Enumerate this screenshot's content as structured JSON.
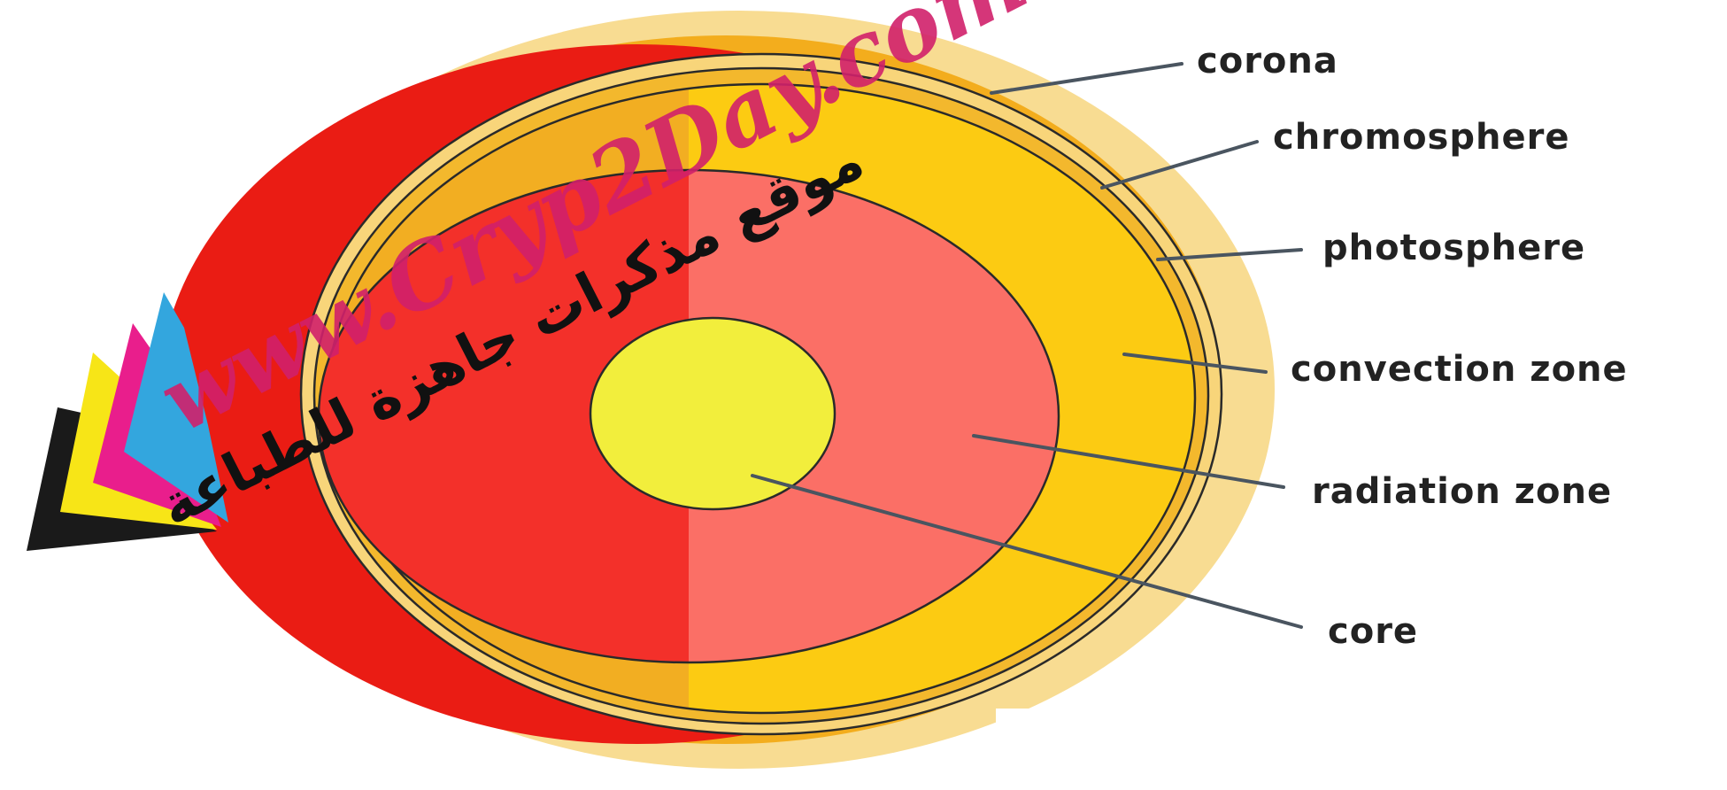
{
  "diagram": {
    "labels": {
      "corona": "corona",
      "chromosphere": "chromosphere",
      "photosphere": "photosphere",
      "convection_zone": "convection zone",
      "radiation_zone": "radiation zone",
      "core": "core"
    },
    "colors": {
      "corona_glow": "#f8dc92",
      "chromosphere": "#f3ad1d",
      "convection_left": "#f2ae22",
      "convection_right": "#fccb12",
      "radiation_left": "#f3302a",
      "radiation_right": "#fb6f66",
      "core": "#f2ee3c",
      "outer_shadow": "#ea1c14",
      "leader_line": "#4a5560"
    }
  },
  "watermark": {
    "url": "www.Cryp2Day.com",
    "arabic": "موقع مذكرات جاهزة للطباعة",
    "logo_colors": [
      "#1a1a1a",
      "#f7e517",
      "#e91e8c",
      "#33a6de"
    ]
  }
}
